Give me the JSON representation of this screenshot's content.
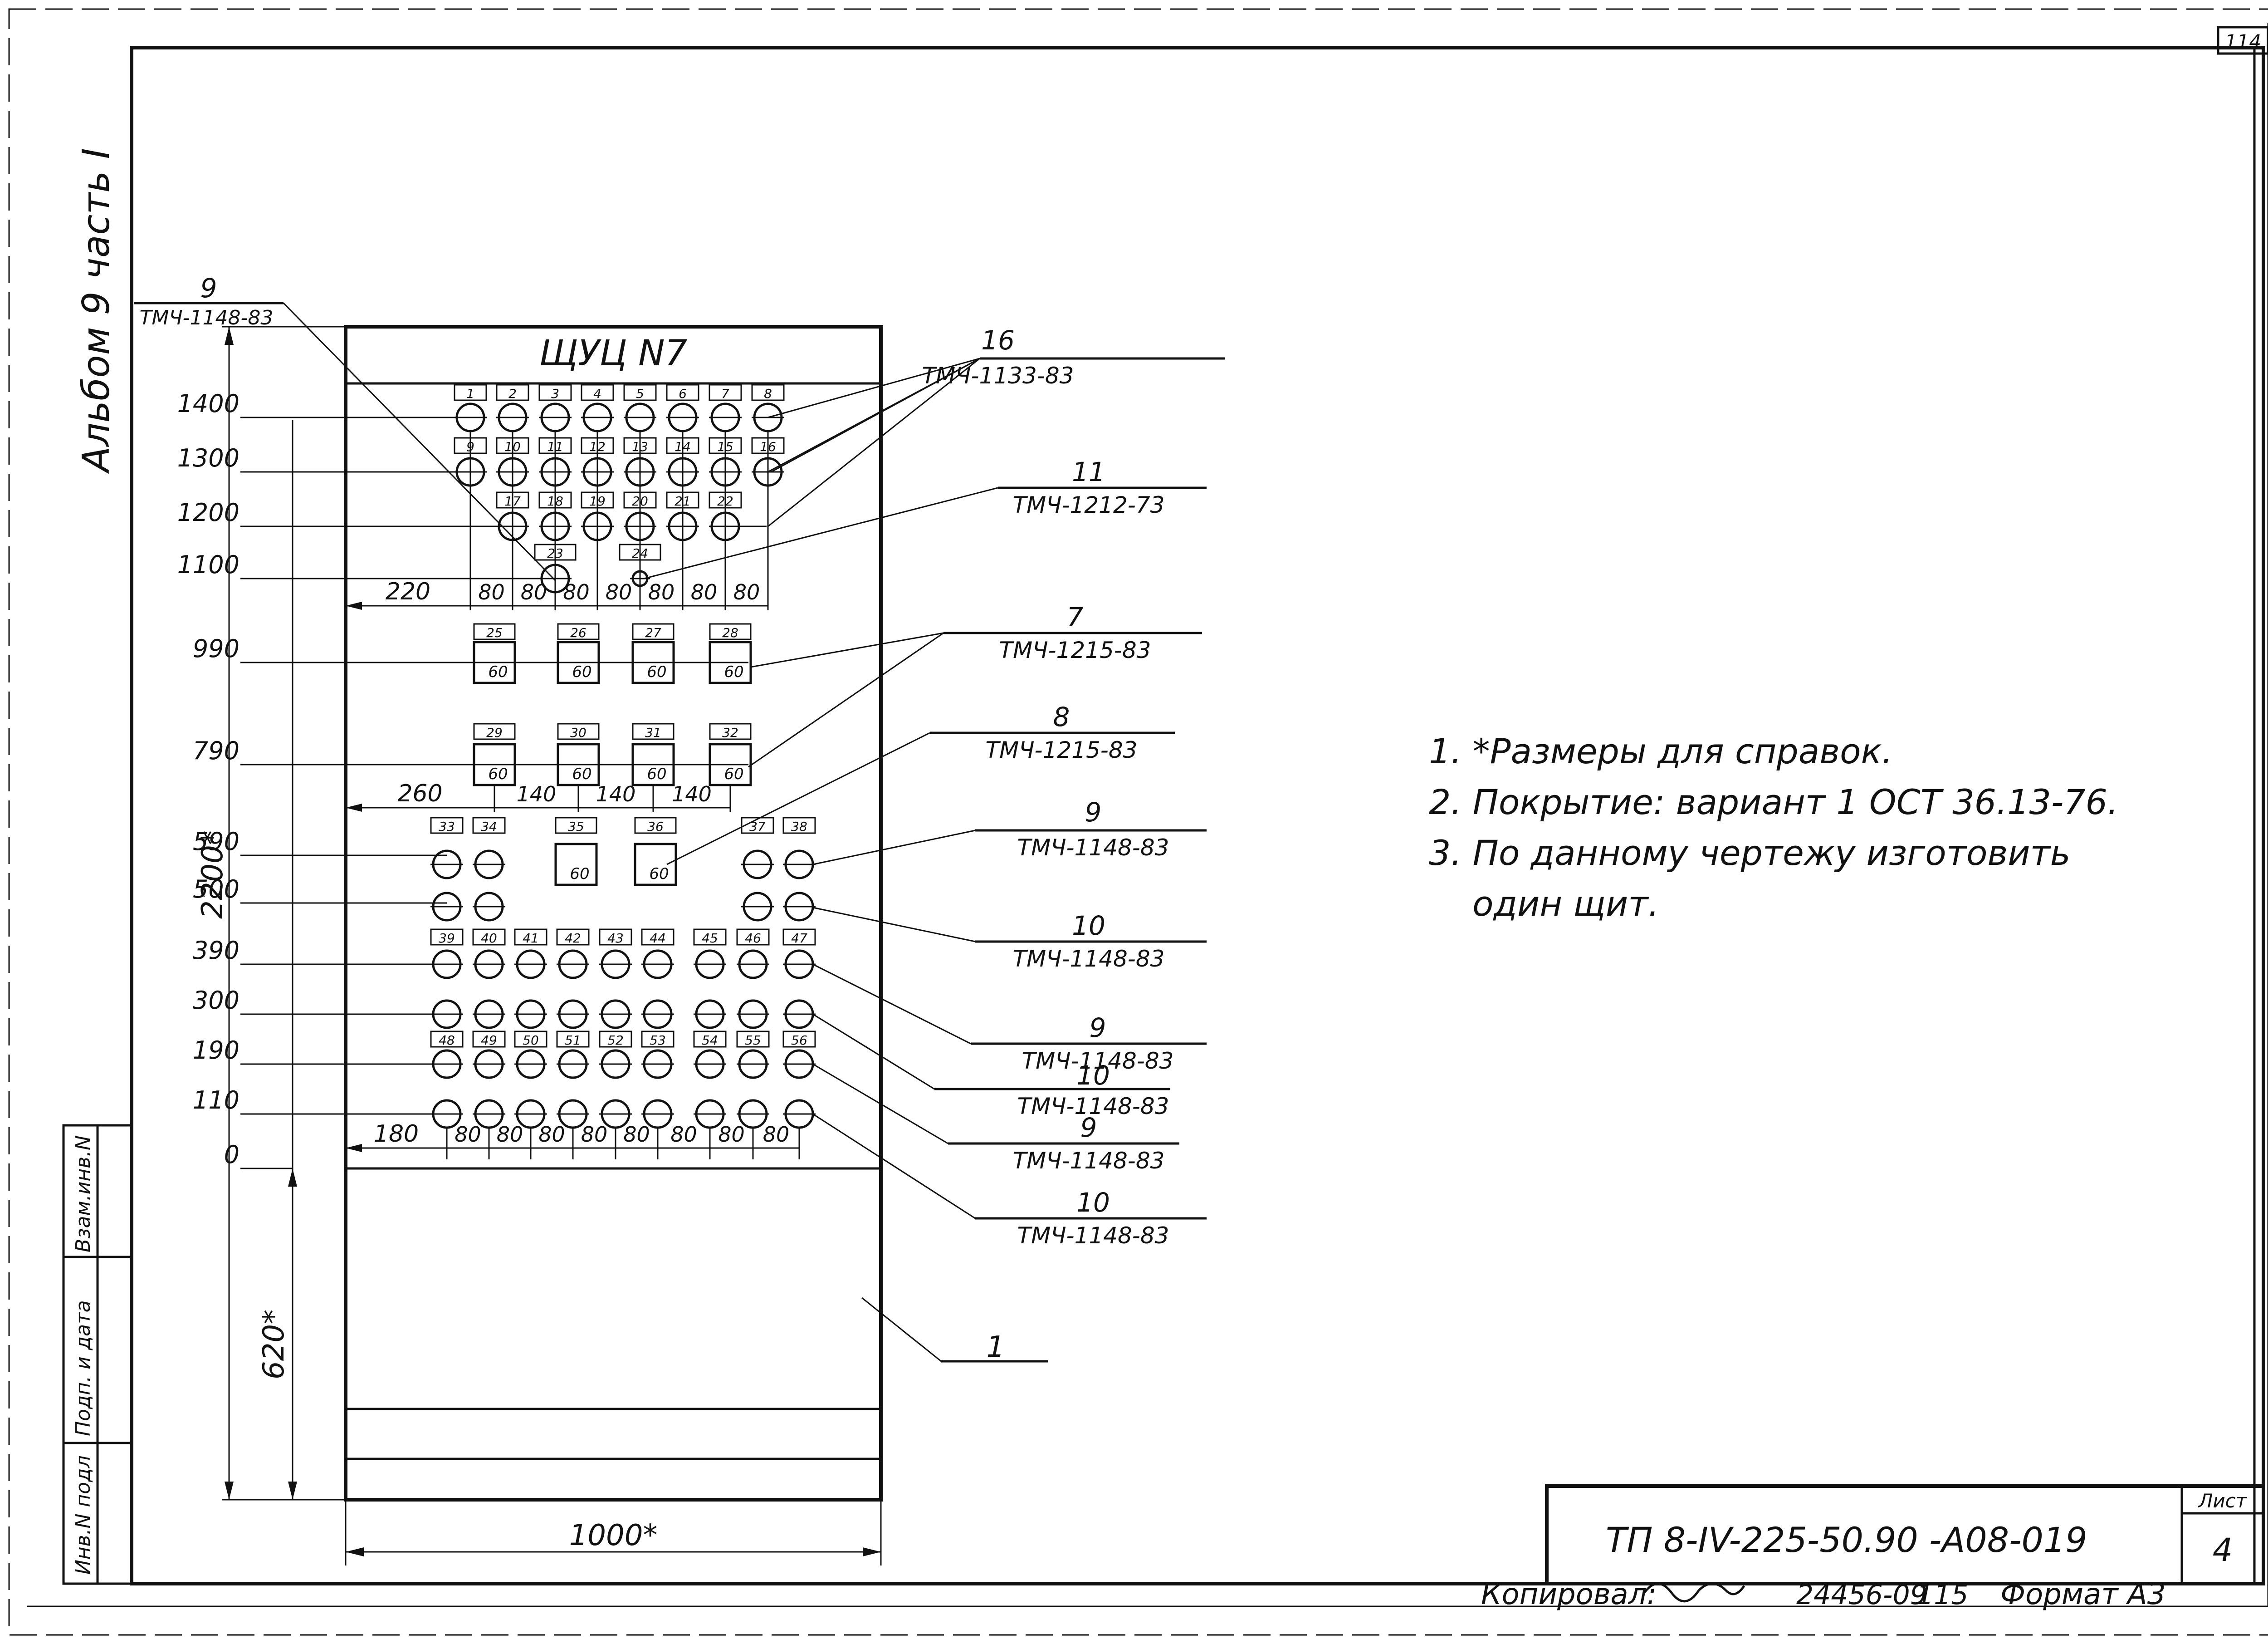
{
  "sheet_corner": "114",
  "album_label": "Альбом 9 часть I",
  "panel_title": "ЩУЦ N7",
  "top_callout": {
    "num": "9",
    "doc": "ТМЧ-1148-83"
  },
  "height_ticks": [
    "1400",
    "1300",
    "1200",
    "1100",
    "990",
    "790",
    "590",
    "500",
    "390",
    "300",
    "190",
    "110",
    "0"
  ],
  "overall_height": "2200*",
  "lower_height": "620*",
  "overall_width": "1000*",
  "row1_spacing": {
    "lead": "220",
    "step": "80"
  },
  "row2_spacing": {
    "lead": "260",
    "step": "140"
  },
  "row3_spacing": {
    "lead": "180",
    "step": "80"
  },
  "box_label": "60",
  "labels_r1": [
    "1",
    "2",
    "3",
    "4",
    "5",
    "6",
    "7",
    "8"
  ],
  "labels_r2": [
    "9",
    "10",
    "11",
    "12",
    "13",
    "14",
    "15",
    "16"
  ],
  "labels_r3": [
    "17",
    "18",
    "19",
    "20",
    "21",
    "22"
  ],
  "labels_r4": [
    "23",
    "24"
  ],
  "labels_r5": [
    "25",
    "26",
    "27",
    "28"
  ],
  "labels_r6": [
    "29",
    "30",
    "31",
    "32"
  ],
  "labels_r7a": [
    "33",
    "34"
  ],
  "labels_r7b": [
    "35",
    "36"
  ],
  "labels_r7c": [
    "37",
    "38"
  ],
  "labels_r8": [
    "39",
    "40",
    "41",
    "42",
    "43",
    "44",
    "45",
    "46",
    "47"
  ],
  "labels_r9": [
    "48",
    "49",
    "50",
    "51",
    "52",
    "53",
    "54",
    "55",
    "56"
  ],
  "callouts": [
    {
      "num": "16",
      "doc": "ТМЧ-1133-83"
    },
    {
      "num": "11",
      "doc": "ТМЧ-1212-73"
    },
    {
      "num": "7",
      "doc": "ТМЧ-1215-83"
    },
    {
      "num": "8",
      "doc": "ТМЧ-1215-83"
    },
    {
      "num": "9",
      "doc": "ТМЧ-1148-83"
    },
    {
      "num": "10",
      "doc": "ТМЧ-1148-83"
    },
    {
      "num": "9",
      "doc": "ТМЧ-1148-83"
    },
    {
      "num": "10",
      "doc": "ТМЧ-1148-83"
    },
    {
      "num": "9",
      "doc": "ТМЧ-1148-83"
    },
    {
      "num": "10",
      "doc": "ТМЧ-1148-83"
    }
  ],
  "body_callout": "1",
  "notes": [
    "1. *Размеры для справок.",
    "2. Покрытие: вариант 1 ОСТ 36.13-76.",
    "3. По данному чертежу изготовить",
    "один щит."
  ],
  "title_block": {
    "code": "ТП 8-IV-225-50.90   -А08-019",
    "sheet_label": "Лист",
    "sheet_num": "4"
  },
  "bottom_line": {
    "copied": "Копировал:",
    "order": "24456-09",
    "num": "115",
    "format": "Формат А3"
  },
  "side_stamp": [
    "Взам.инв.N",
    "Подп. и дата",
    "Инв.N подл"
  ]
}
